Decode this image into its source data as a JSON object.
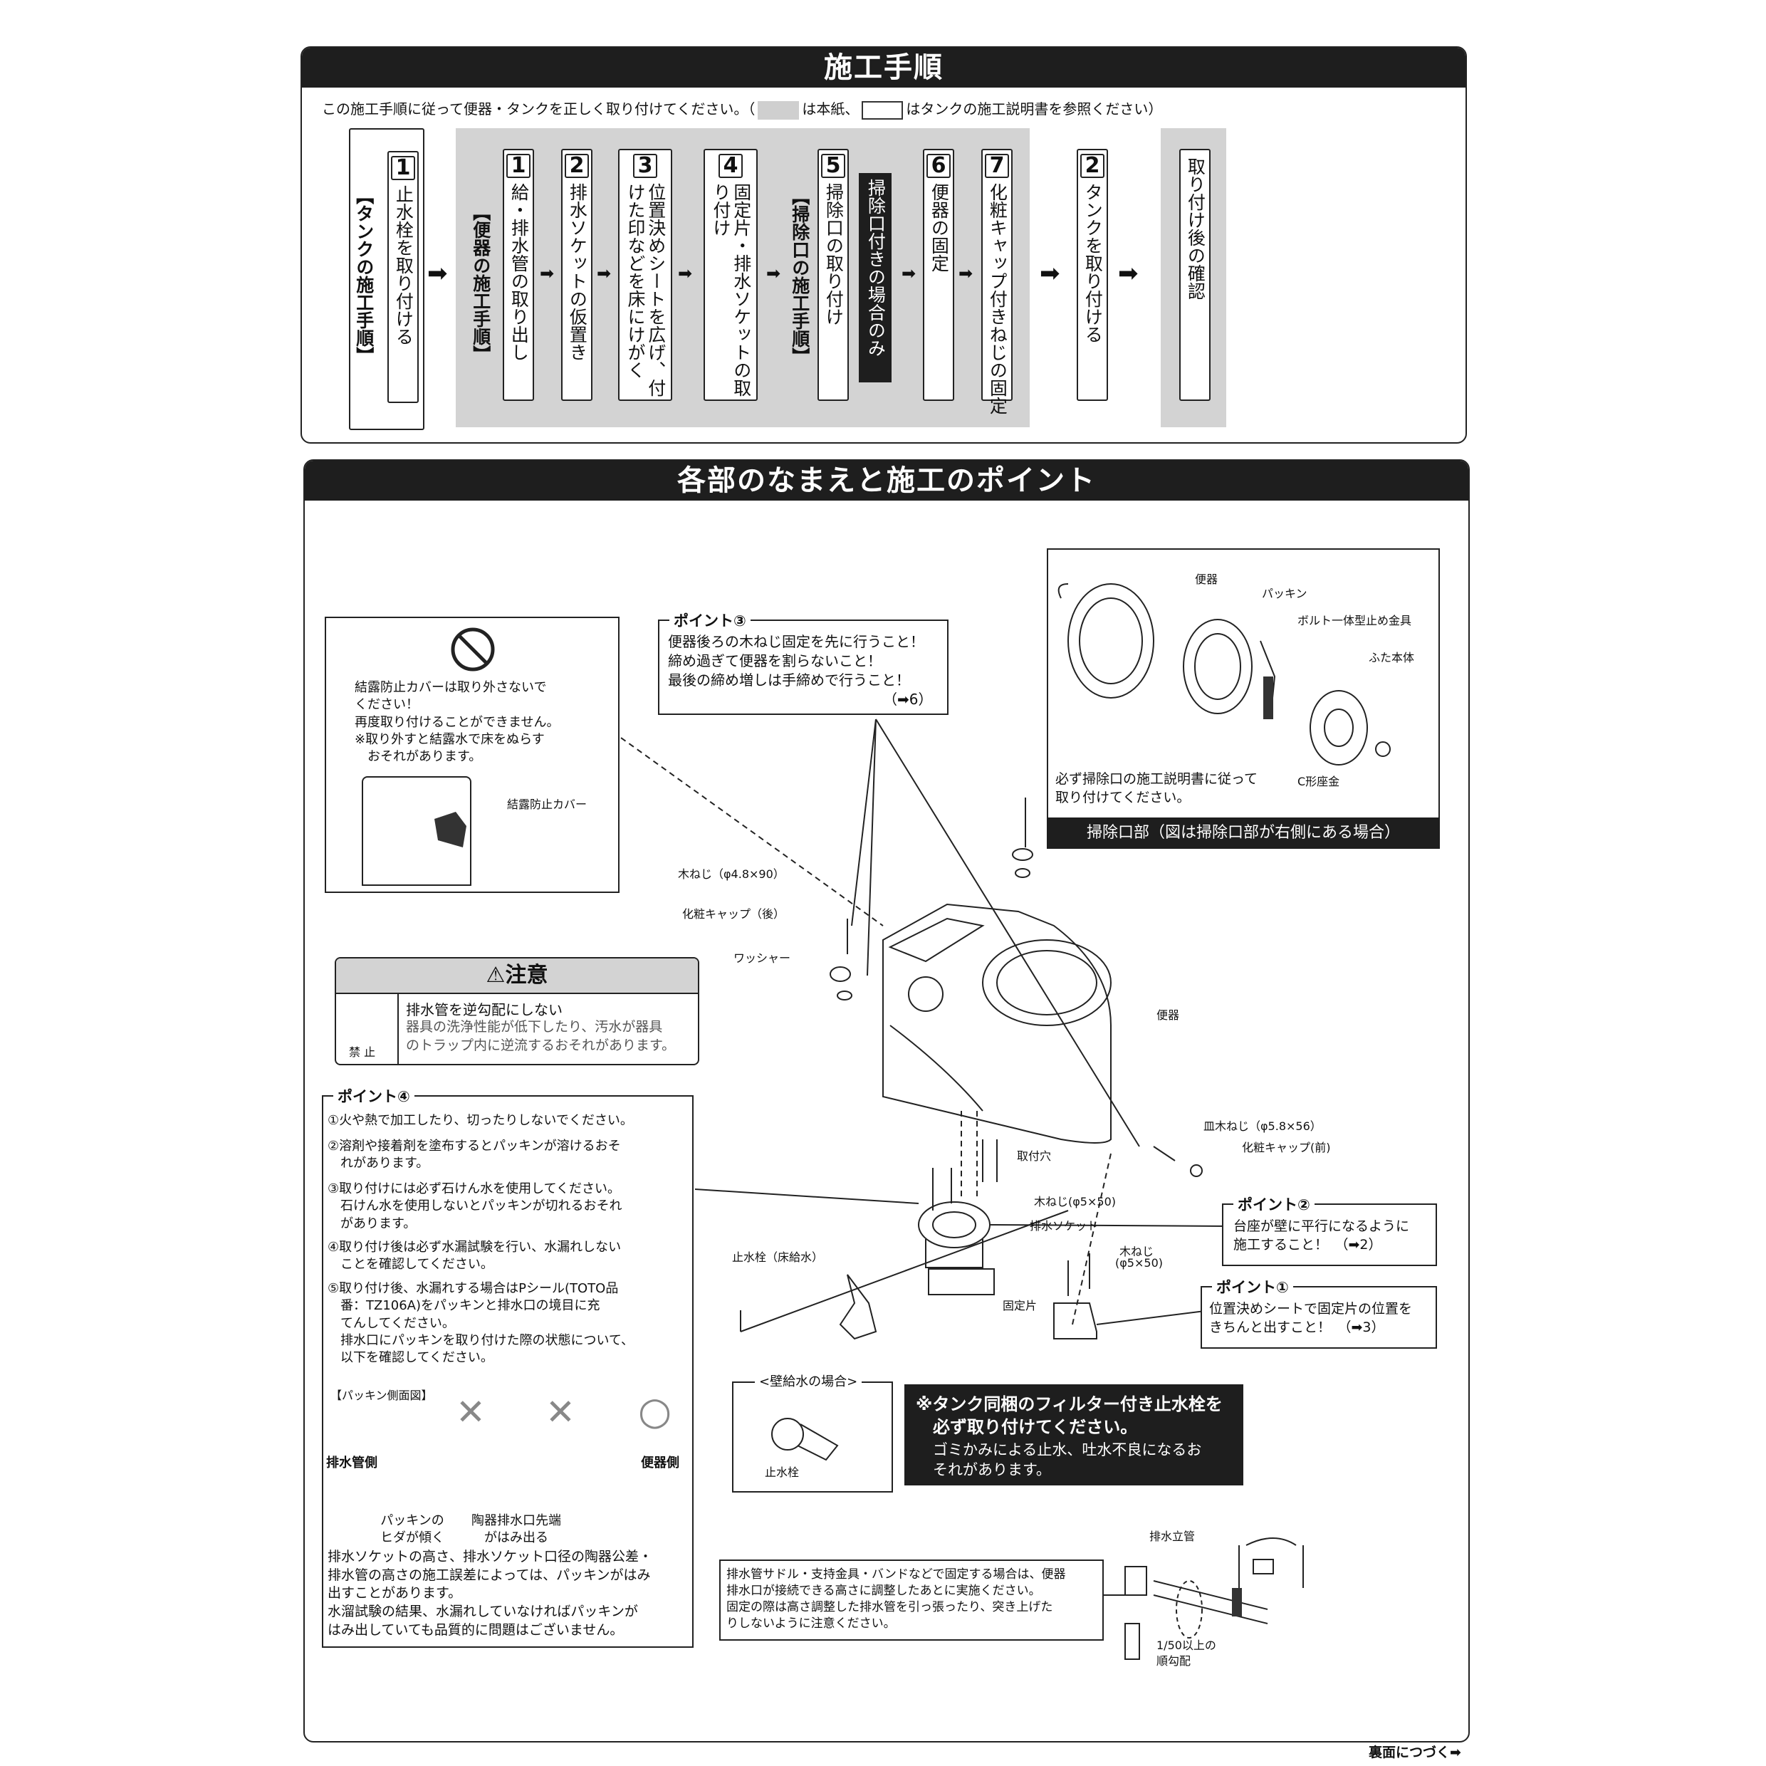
{
  "procedure": {
    "title": "施工手順",
    "intro_part1": "この施工手順に従って便器・タンクを正しく取り付けてください。（",
    "intro_part2": "は本紙、",
    "intro_part3": "はタンクの施工説明書を参照ください）",
    "tank_group_label": "【タンクの施工手順】",
    "toilet_group_label": "【便器の施工手順】",
    "cleanout_group_label": "【掃除口の施工手順】",
    "cleanout_only_label": "掃除口付きの場合のみ",
    "tank_step1": {
      "num": "1",
      "text": "止水栓を取り付ける"
    },
    "tank_step2": {
      "num": "2",
      "text": "タンクを取り付ける"
    },
    "final_step": {
      "text": "取り付け後の確認"
    },
    "toilet_steps": [
      {
        "num": "1",
        "text": "給・排水管の取り出し"
      },
      {
        "num": "2",
        "text": "排水ソケットの仮置き"
      },
      {
        "num": "3",
        "col1": "位置決めシートを広げ、付",
        "col2": "けた印などを床にけがく"
      },
      {
        "num": "4",
        "col1": "固定片・排水ソケットの取",
        "col2": "り付け"
      },
      {
        "num": "5",
        "text": "掃除口の取り付け"
      },
      {
        "num": "6",
        "text": "便器の固定"
      },
      {
        "num": "7",
        "text": "化粧キャップ付きねじの固定"
      }
    ]
  },
  "parts": {
    "title": "各部のなまえと施工のポイント",
    "condensation": {
      "text": "結露防止カバーは取り外さないで\nください！\n再度取り付けることができません。\n※取り外すと結露水で床をぬらす\n　おそれがあります。",
      "label": "結露防止カバー"
    },
    "point3": {
      "title": "ポイント③",
      "text": "便器後ろの木ねじ固定を先に行うこと！\n締め過ぎて便器を割らないこと！\n最後の締め増しは手締めで行うこと！",
      "ref": "（➡6）"
    },
    "cleanout": {
      "labels": {
        "toilet": "便器",
        "packing": "パッキン",
        "bolt": "ボルト一体型止め金具",
        "lid": "ふた本体",
        "cring": "C形座金"
      },
      "note": "必ず掃除口の施工説明書に従って\n取り付けてください。",
      "caption": "掃除口部（図は掃除口部が右側にある場合）"
    },
    "caution": {
      "title": "⚠注意",
      "prohibit": "禁 止",
      "heading": "排水管を逆勾配にしない",
      "body": "器具の洗浄性能が低下したり、汚水が器具\nのトラップ内に逆流するおそれがあります。"
    },
    "diagram_labels": {
      "screw_rear": "木ねじ（φ4.8×90）",
      "cap_rear": "化粧キャップ（後）",
      "washer": "ワッシャー",
      "toilet": "便器",
      "flat_screw": "皿木ねじ（φ5.8×56）",
      "cap_front": "化粧キャップ(前)",
      "mount_hole": "取付穴",
      "screw_5x50": "木ねじ(φ5×50)",
      "drain_socket": "排水ソケット",
      "stop_valve_floor": "止水栓（床給水）",
      "screw_5x50b_1": "木ねじ",
      "screw_5x50b_2": "(φ5×50)",
      "fixing_piece": "固定片"
    },
    "point4": {
      "title": "ポイント④",
      "items": [
        "①火や熱で加工したり、切ったりしないでください。",
        "②溶剤や接着剤を塗布するとパッキンが溶けるおそ\n　れがあります。",
        "③取り付けには必ず石けん水を使用してください。\n　石けん水を使用しないとパッキンが切れるおそれ\n　があります。",
        "④取り付け後は必ず水漏試験を行い、水漏れしない\n　ことを確認してください。",
        "⑤取り付け後、水漏れする場合はPシール(TOTO品\n　番：TZ106A)をパッキンと排水口の境目に充\n　てんしてください。\n　排水口にパッキンを取り付けた際の状態について、\n　以下を確認してください。"
      ],
      "side_view_label": "【パッキン側面図】",
      "drain_side": "排水管側",
      "toilet_side": "便器側",
      "mark_x1": "✕",
      "mark_x2": "✕",
      "mark_ok": "○",
      "caption1": "パッキンの\nヒダが傾く",
      "caption2": "陶器排水口先端\nがはみ出る",
      "footer": "排水ソケットの高さ、排水ソケット口径の陶器公差・\n排水管の高さの施工誤差によっては、パッキンがはみ\n出すことがあります。\n水溜試験の結果、水漏れしていなければパッキンが\nはみ出していても品質的に問題はございません。"
    },
    "point2": {
      "title": "ポイント②",
      "text": "台座が壁に平行になるように\n施工すること！　（➡2）"
    },
    "point1": {
      "title": "ポイント①",
      "text": "位置決めシートで固定片の位置を\nきちんと出すこと！　（➡3）"
    },
    "wall_supply": {
      "title": "<壁給水の場合>",
      "label": "止水栓"
    },
    "filter_note": {
      "strong": "※タンク同梱のフィルター付き止水栓を\n　必ず取り付けてください。",
      "text": "ゴミかみによる止水、吐水不良になるお\nそれがあります。"
    },
    "pipe_note": "排水管サドル・支持金具・バンドなどで固定する場合は、便器\n排水口が接続できる高さに調整したあとに実施ください。\n固定の際は高さ調整した排水管を引っ張ったり、突き上げた\nりしないように注意ください。",
    "drain_riser": "排水立管",
    "slope": "1/50以上の\n順勾配"
  },
  "footer": {
    "continue": "裏面につづく➡"
  }
}
